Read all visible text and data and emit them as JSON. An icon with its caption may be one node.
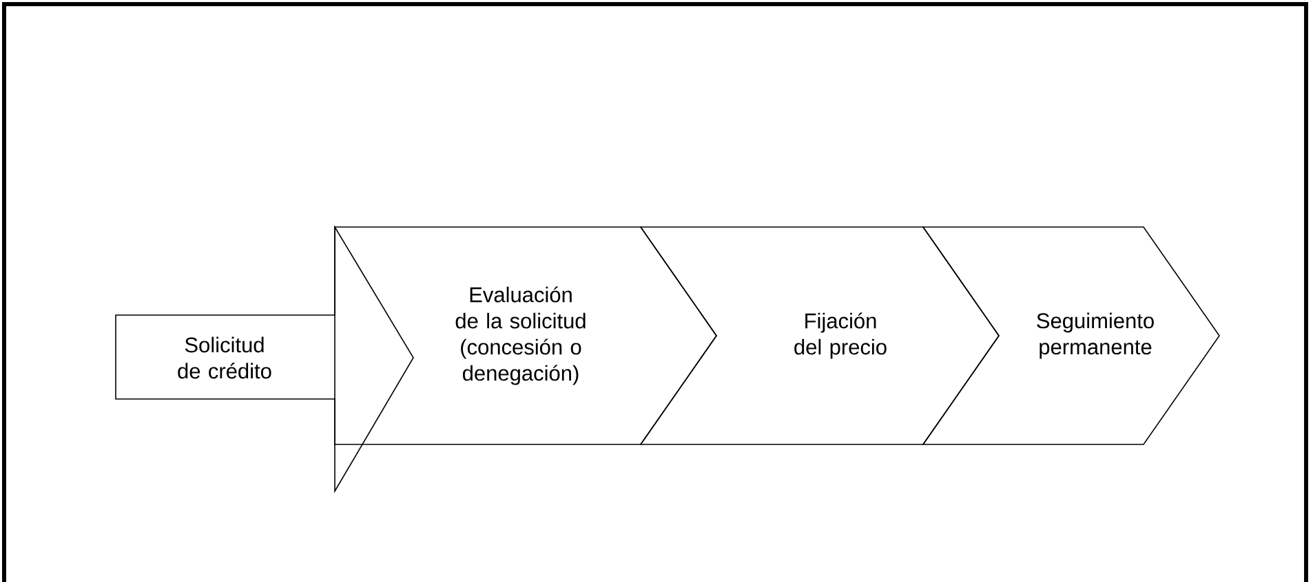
{
  "diagram": {
    "nodes": [
      {
        "text": [
          "Solicitud de crédito"
        ]
      },
      {
        "text": [
          "Evaluación de la solicitud (concesión o denegación)"
        ]
      },
      {
        "text": [
          "Fijación del precio"
        ]
      },
      {
        "text": [
          "Seguimiento permanente"
        ]
      }
    ]
  }
}
